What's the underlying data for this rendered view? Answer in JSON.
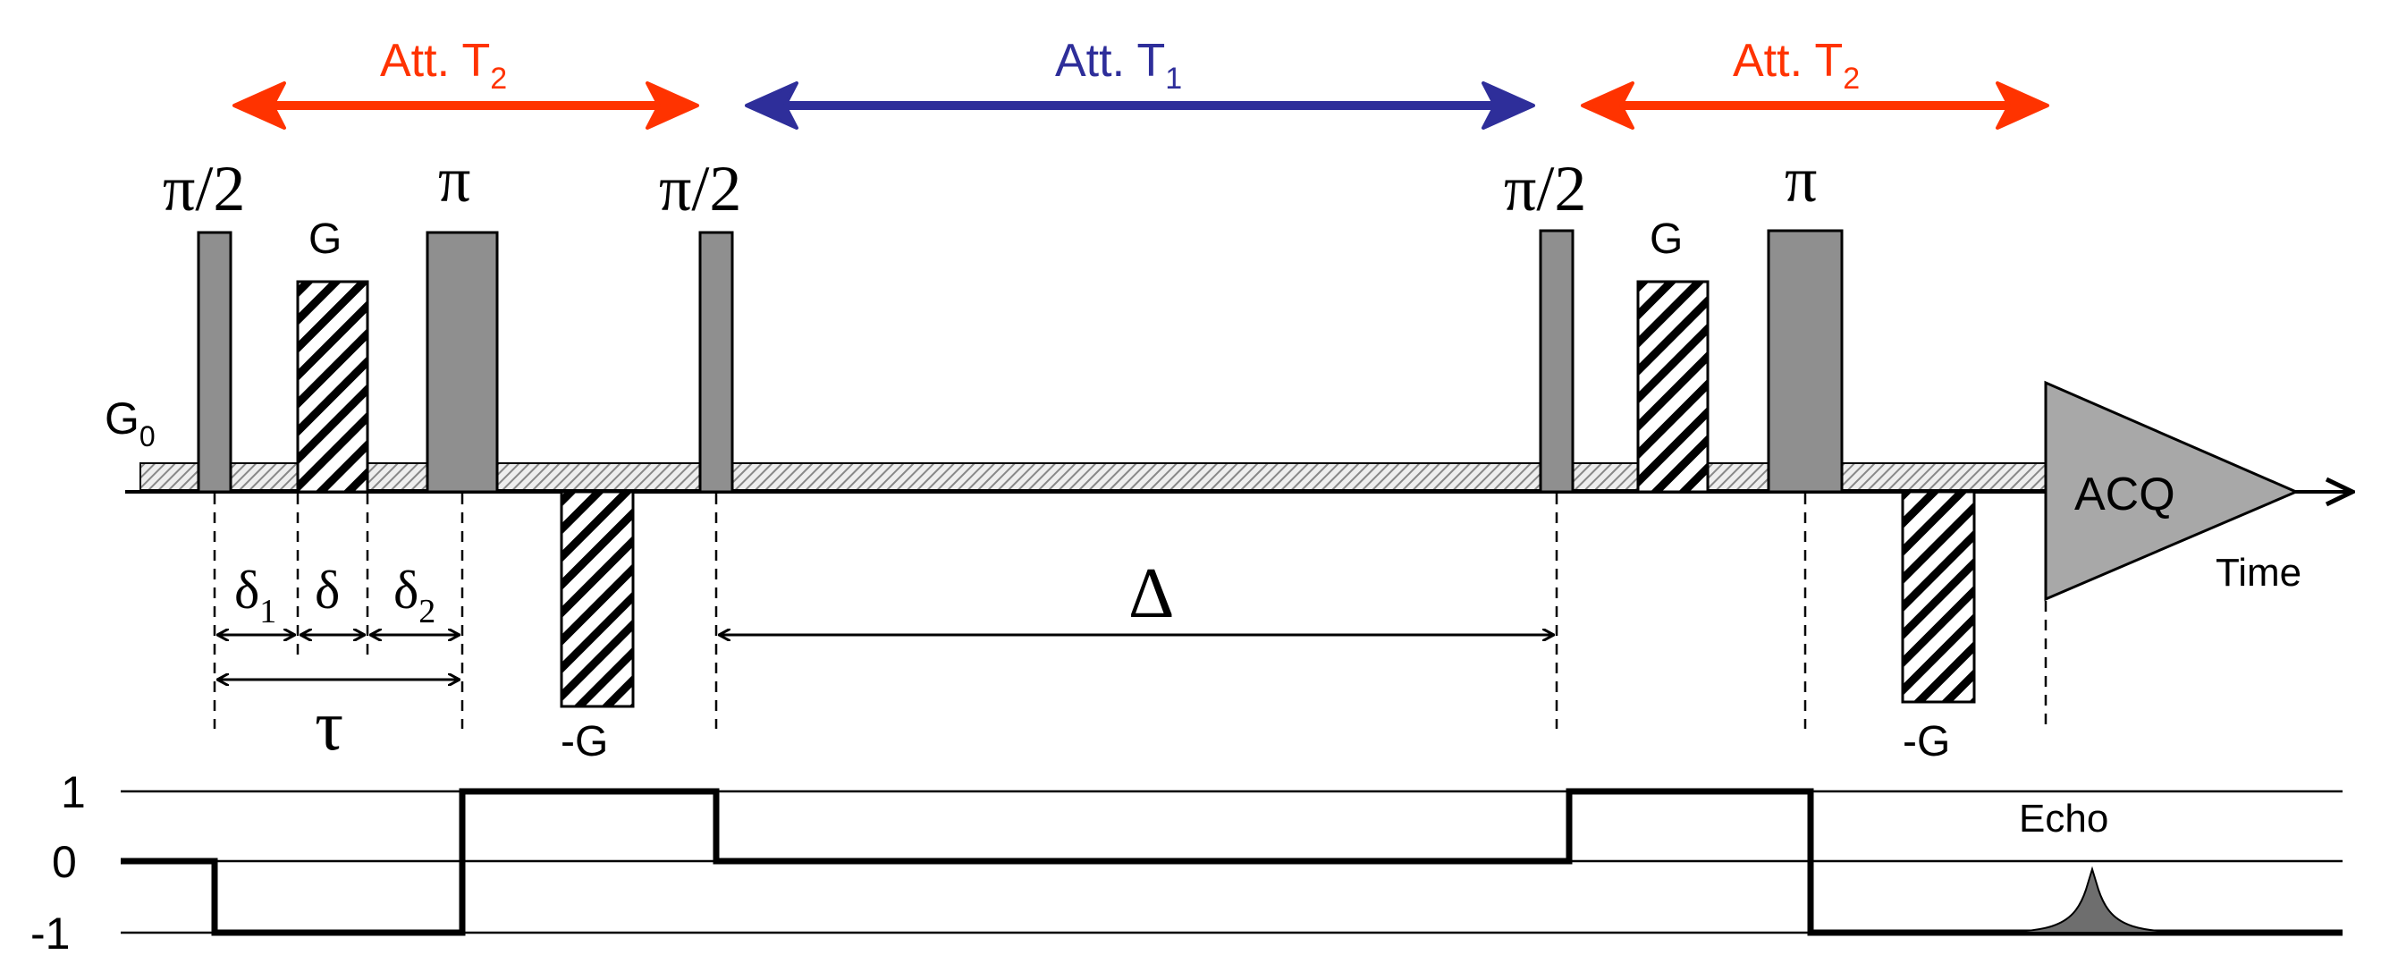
{
  "labels": {
    "att_t2_left": "Att. T",
    "att_t2_left_sub": "2",
    "att_t1": "Att. T",
    "att_t1_sub": "1",
    "att_t2_right": "Att. T",
    "att_t2_right_sub": "2",
    "pi_half_1": "π/2",
    "pi_1": "π",
    "pi_half_2": "π/2",
    "pi_half_3": "π/2",
    "pi_2": "π",
    "g_pos_1": "G",
    "g_pos_2": "G",
    "g_neg_1": "-G",
    "g_neg_2": "-G",
    "g0": "G",
    "g0_sub": "0",
    "acq": "ACQ",
    "time": "Time",
    "delta1": "δ",
    "delta1_sub": "1",
    "delta": "δ",
    "delta2": "δ",
    "delta2_sub": "2",
    "tau": "τ",
    "big_delta": "Δ",
    "echo": "Echo"
  },
  "coherence_levels": [
    "1",
    "0",
    "-1"
  ],
  "colors": {
    "t2_arrow": "#ff3300",
    "t1_arrow": "#2e2e9a",
    "pulse_fill": "#8f8f8f",
    "acq_fill": "#a8a8a8",
    "echo_fill": "#6e6e6e",
    "line": "#000000"
  }
}
